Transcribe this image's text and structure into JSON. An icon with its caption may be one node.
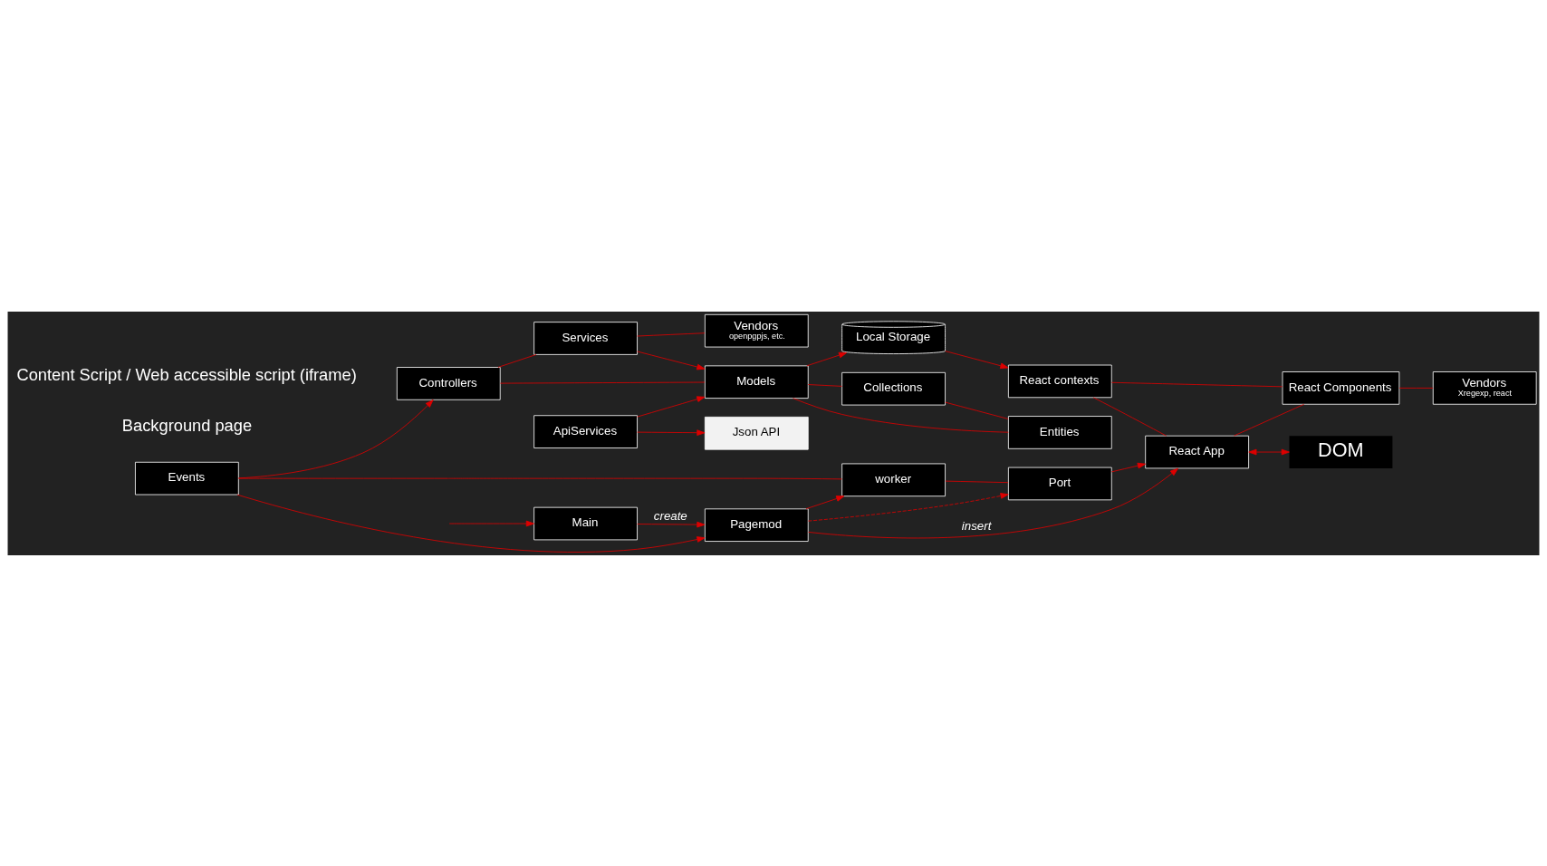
{
  "diagram": {
    "nodes": [
      {
        "text": [
          "Main"
        ]
      },
      {
        "text": [
          "Pagemod"
        ]
      },
      {
        "text": [
          "Controllers"
        ]
      },
      {
        "text": [
          "Events"
        ]
      },
      {
        "text": [
          "worker"
        ]
      },
      {
        "text": [
          "Port"
        ]
      },
      {
        "text": [
          "React App"
        ]
      },
      {
        "text": [
          "Services"
        ]
      },
      {
        "text": [
          "Models"
        ]
      },
      {
        "text": [
          "Local Storage"
        ]
      },
      {
        "text": [
          "React contexts"
        ]
      },
      {
        "text": [
          "React Components"
        ]
      },
      {
        "text": [
          "Vendors",
          "openpgpjs, etc."
        ]
      },
      {
        "text": [
          "ApiServices"
        ]
      },
      {
        "text": [
          "Collections"
        ]
      },
      {
        "text": [
          "Entities"
        ]
      },
      {
        "text": [
          "Vendors",
          "Xregexp, react"
        ]
      },
      {
        "text": [
          "Json API"
        ]
      },
      {
        "text": [
          "DOM"
        ]
      }
    ],
    "edges": [
      {
        "from": null,
        "to": 0,
        "arrow": "to"
      },
      {
        "from": 0,
        "to": 1,
        "arrow": "to",
        "label": "create"
      },
      {
        "from": 3,
        "to": 1,
        "arrow": "to"
      },
      {
        "from": 1,
        "to": 4,
        "arrow": "to"
      },
      {
        "from": 3,
        "to": 2,
        "arrow": "to"
      },
      {
        "from": 3,
        "to": 4,
        "arrow": "none"
      },
      {
        "from": 4,
        "to": 5,
        "arrow": "none"
      },
      {
        "from": 1,
        "to": 5,
        "arrow": "to",
        "style": "dashed"
      },
      {
        "from": 1,
        "to": 6,
        "arrow": "to",
        "label": "insert"
      },
      {
        "from": 5,
        "to": 6,
        "arrow": "to"
      },
      {
        "from": 6,
        "to": 18,
        "arrow": "both"
      },
      {
        "from": 2,
        "to": 7,
        "arrow": "none"
      },
      {
        "from": 2,
        "to": 8,
        "arrow": "none"
      },
      {
        "from": 7,
        "to": 8,
        "arrow": "to"
      },
      {
        "from": 7,
        "to": 12,
        "arrow": "none"
      },
      {
        "from": 13,
        "to": 8,
        "arrow": "to"
      },
      {
        "from": 13,
        "to": 17,
        "arrow": "to"
      },
      {
        "from": 8,
        "to": 9,
        "arrow": "to"
      },
      {
        "from": 8,
        "to": 14,
        "arrow": "none"
      },
      {
        "from": 8,
        "to": 15,
        "arrow": "none"
      },
      {
        "from": 14,
        "to": 15,
        "arrow": "none"
      },
      {
        "from": 9,
        "to": 10,
        "arrow": "to"
      },
      {
        "from": 10,
        "to": 6,
        "arrow": "none"
      },
      {
        "from": 10,
        "to": 11,
        "arrow": "none"
      },
      {
        "from": 6,
        "to": 11,
        "arrow": "none"
      },
      {
        "from": 11,
        "to": 16,
        "arrow": "none"
      }
    ],
    "labels": [
      "Background page",
      "Content Script / Web accessible script (iframe)"
    ]
  }
}
